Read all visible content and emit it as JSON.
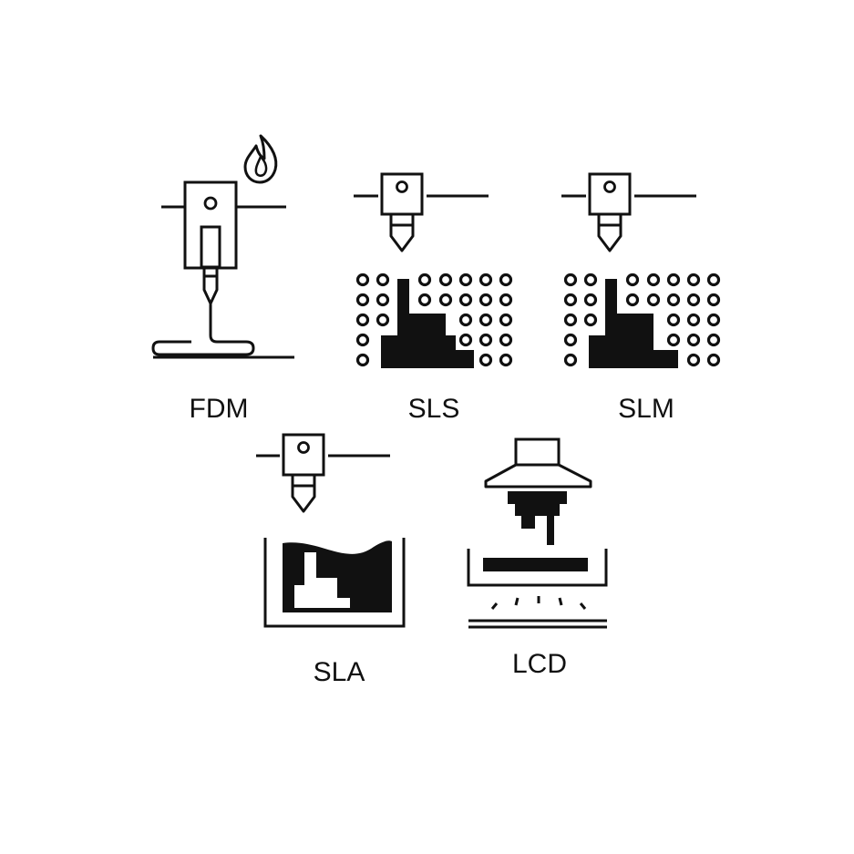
{
  "items": [
    {
      "id": "fdm",
      "label": "FDM",
      "icon": "fdm-printer-icon"
    },
    {
      "id": "sls",
      "label": "SLS",
      "icon": "sls-printer-icon"
    },
    {
      "id": "slm",
      "label": "SLM",
      "icon": "slm-printer-icon"
    },
    {
      "id": "sla",
      "label": "SLA",
      "icon": "sla-printer-icon"
    },
    {
      "id": "lcd",
      "label": "LCD",
      "icon": "lcd-printer-icon"
    }
  ],
  "colors": {
    "ink": "#111111",
    "background": "#ffffff"
  }
}
